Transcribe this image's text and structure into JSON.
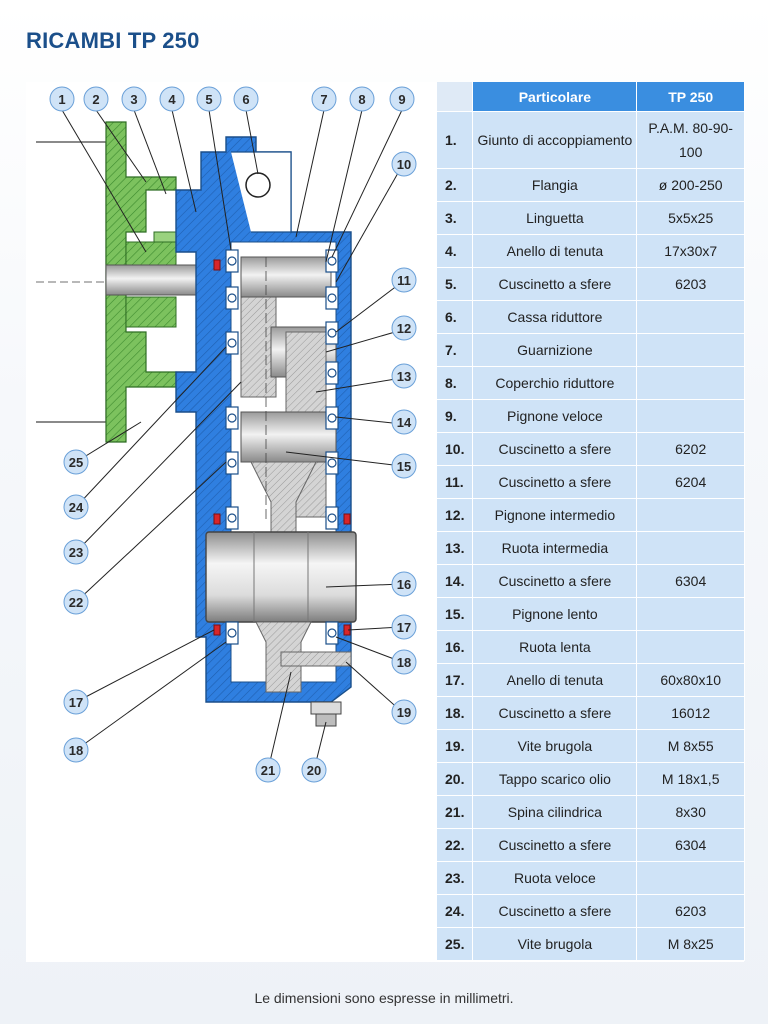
{
  "page": {
    "title": "RICAMBI TP 250",
    "footer": "Le dimensioni sono espresse in millimetri."
  },
  "colors": {
    "title": "#1b4f8a",
    "header_bg": "#3a8ee0",
    "cell_bg": "#cfe3f7",
    "housing_blue": "#2f7fe0",
    "flange_green": "#5cb04a",
    "gear_gray": "#c8c8c8"
  },
  "diagram": {
    "callouts_top": [
      "1",
      "2",
      "3",
      "4",
      "5",
      "6",
      "7",
      "8",
      "9"
    ],
    "callouts_right": [
      "10",
      "11",
      "12",
      "13",
      "14",
      "15",
      "16",
      "17",
      "18",
      "19"
    ],
    "callouts_bottom": [
      "21",
      "20"
    ],
    "callouts_left": [
      "25",
      "24",
      "23",
      "22",
      "17",
      "18"
    ]
  },
  "table": {
    "headers": [
      "",
      "Particolare",
      "TP 250"
    ],
    "rows": [
      {
        "num": "1.",
        "desc": "Giunto di accoppiamento",
        "val": "P.A.M. 80-90-100"
      },
      {
        "num": "2.",
        "desc": "Flangia",
        "val": "ø 200-250"
      },
      {
        "num": "3.",
        "desc": "Linguetta",
        "val": "5x5x25"
      },
      {
        "num": "4.",
        "desc": "Anello di tenuta",
        "val": "17x30x7"
      },
      {
        "num": "5.",
        "desc": "Cuscinetto a sfere",
        "val": "6203"
      },
      {
        "num": "6.",
        "desc": "Cassa riduttore",
        "val": ""
      },
      {
        "num": "7.",
        "desc": "Guarnizione",
        "val": ""
      },
      {
        "num": "8.",
        "desc": "Coperchio riduttore",
        "val": ""
      },
      {
        "num": "9.",
        "desc": "Pignone veloce",
        "val": ""
      },
      {
        "num": "10.",
        "desc": "Cuscinetto a sfere",
        "val": "6202"
      },
      {
        "num": "11.",
        "desc": "Cuscinetto a sfere",
        "val": "6204"
      },
      {
        "num": "12.",
        "desc": "Pignone intermedio",
        "val": ""
      },
      {
        "num": "13.",
        "desc": "Ruota intermedia",
        "val": ""
      },
      {
        "num": "14.",
        "desc": "Cuscinetto a sfere",
        "val": "6304"
      },
      {
        "num": "15.",
        "desc": "Pignone lento",
        "val": ""
      },
      {
        "num": "16.",
        "desc": "Ruota lenta",
        "val": ""
      },
      {
        "num": "17.",
        "desc": "Anello di tenuta",
        "val": "60x80x10"
      },
      {
        "num": "18.",
        "desc": "Cuscinetto a sfere",
        "val": "16012"
      },
      {
        "num": "19.",
        "desc": "Vite brugola",
        "val": "M 8x55"
      },
      {
        "num": "20.",
        "desc": "Tappo scarico olio",
        "val": "M 18x1,5"
      },
      {
        "num": "21.",
        "desc": "Spina cilindrica",
        "val": "8x30"
      },
      {
        "num": "22.",
        "desc": "Cuscinetto a sfere",
        "val": "6304"
      },
      {
        "num": "23.",
        "desc": "Ruota veloce",
        "val": ""
      },
      {
        "num": "24.",
        "desc": "Cuscinetto a sfere",
        "val": "6203"
      },
      {
        "num": "25.",
        "desc": "Vite brugola",
        "val": "M 8x25"
      }
    ]
  }
}
